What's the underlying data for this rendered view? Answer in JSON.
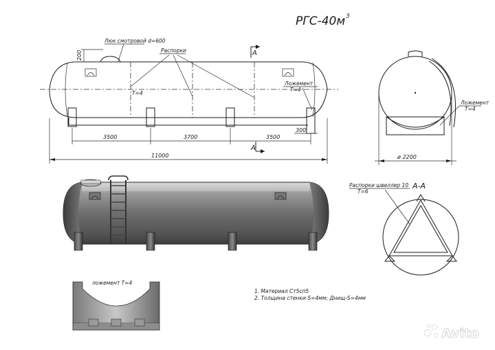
{
  "title": "РГС-40м",
  "title_sup": "3",
  "side_view": {
    "hatch_label": "Люк смотровой d=600",
    "struts_label": "Распорки",
    "saddle_label": "Ложемент",
    "t4_a": "T=4",
    "t4_b": "T=4",
    "dim_200": "200",
    "dim_300": "300",
    "dim_3500_left": "3500",
    "dim_3700": "3700",
    "dim_3500_right": "3500",
    "dim_total": "11000",
    "section_mark_top": "A",
    "section_mark_bottom": "A"
  },
  "end_view": {
    "saddle_label": "Ложемент",
    "t4": "T=4",
    "diameter": "ø  2200"
  },
  "section": {
    "strut_label": "Распорки швеллер 10",
    "t6": "T=6",
    "title": "A-A"
  },
  "saddle_detail": {
    "label": "ложемент T=4"
  },
  "notes": [
    "1. Материал Ст5сп5",
    "2. Толщина стенки-S=4мм; Днищ-S=4мм"
  ],
  "watermark": "Avito"
}
